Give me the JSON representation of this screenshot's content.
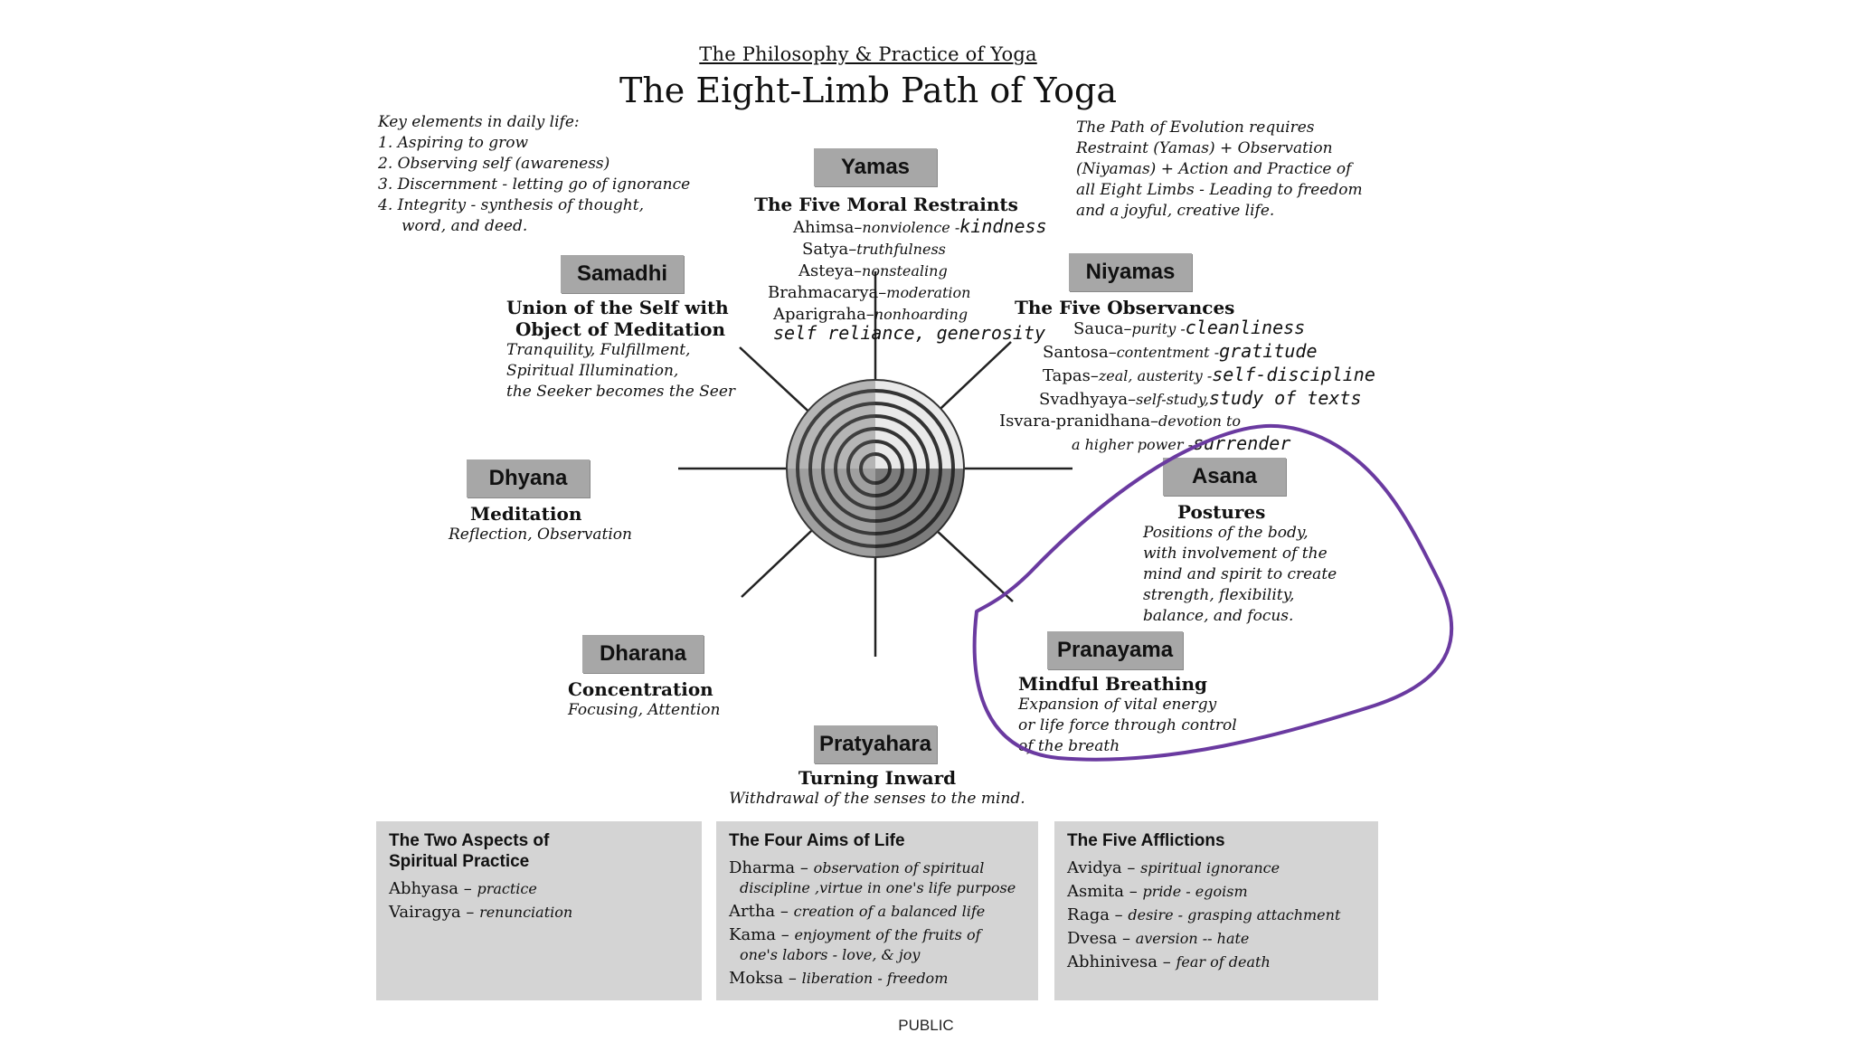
{
  "header": {
    "subtitle": "The Philosophy & Practice of Yoga",
    "title": "The Eight-Limb Path of Yoga"
  },
  "key_elements": {
    "heading": "Key elements in daily life:",
    "items": [
      "1. Aspiring to grow",
      "2. Observing self (awareness)",
      "3. Discernment - letting go of ignorance",
      "4. Integrity - synthesis of thought,",
      "word, and deed."
    ]
  },
  "path_of_evolution": {
    "lines": [
      "The Path of Evolution requires",
      "Restraint (Yamas) + Observation",
      "(Niyamas) + Action and Practice of",
      "all Eight Limbs - Leading to freedom",
      "and a joyful, creative life."
    ]
  },
  "limbs": {
    "yamas": {
      "label": "Yamas",
      "title": "The Five Moral Restraints",
      "items": [
        {
          "term": "Ahimsa–",
          "gloss": "nonviolence -",
          "hand": "kindness"
        },
        {
          "term": "Satya–",
          "gloss": "truthfulness",
          "hand": ""
        },
        {
          "term": "Asteya–",
          "gloss": "nonstealing",
          "hand": ""
        },
        {
          "term": "Brahmacarya–",
          "gloss": "moderation",
          "hand": ""
        },
        {
          "term": "Aparigraha–",
          "gloss": "nonhoarding",
          "hand": ""
        }
      ],
      "note": "self reliance, generosity"
    },
    "niyamas": {
      "label": "Niyamas",
      "title": "The Five Observances",
      "items": [
        {
          "term": "Sauca–",
          "gloss": "purity -",
          "hand": "cleanliness"
        },
        {
          "term": "Santosa–",
          "gloss": "contentment -",
          "hand": "gratitude"
        },
        {
          "term": "Tapas–",
          "gloss": "zeal, austerity -",
          "hand": "self-discipline"
        },
        {
          "term": "Svadhyaya–",
          "gloss": "self-study,",
          "hand": "study of texts"
        },
        {
          "term": "Isvara-pranidhana–",
          "gloss": "devotion to",
          "hand": ""
        }
      ],
      "note_gloss": "a higher power -",
      "note_hand": "surrender"
    },
    "samadhi": {
      "label": "Samadhi",
      "title_lines": [
        "Union of the Self with",
        "Object of Meditation"
      ],
      "desc_lines": [
        "Tranquility, Fulfillment,",
        "Spiritual Illumination,",
        "the Seeker becomes the Seer"
      ]
    },
    "dhyana": {
      "label": "Dhyana",
      "title": "Meditation",
      "desc": "Reflection, Observation"
    },
    "asana": {
      "label": "Asana",
      "title": "Postures",
      "desc_lines": [
        "Positions of the body,",
        "with involvement of the",
        "mind and spirit to create",
        "strength, flexibility,",
        "balance, and focus."
      ]
    },
    "pranayama": {
      "label": "Pranayama",
      "title": "Mindful Breathing",
      "desc_lines": [
        "Expansion of vital energy",
        "or life force through control",
        "of the breath"
      ]
    },
    "dharana": {
      "label": "Dharana",
      "title": "Concentration",
      "desc": "Focusing, Attention"
    },
    "pratyahara": {
      "label": "Pratyahara",
      "title": "Turning Inward",
      "desc": "Withdrawal of the senses to the mind."
    }
  },
  "boxes": {
    "two_aspects": {
      "heading_lines": [
        "The Two Aspects of",
        "Spiritual Practice"
      ],
      "rows": [
        {
          "term": "Abhyasa –",
          "gloss": "practice"
        },
        {
          "term": "Vairagya –",
          "gloss": "renunciation"
        }
      ]
    },
    "four_aims": {
      "heading": "The Four Aims of Life",
      "rows": [
        {
          "term": "Dharma –",
          "gloss": "observation of spiritual"
        },
        {
          "term": "",
          "gloss": "discipline ,virtue in one's life purpose"
        },
        {
          "term": "Artha –",
          "gloss": "creation of a balanced life"
        },
        {
          "term": "Kama –",
          "gloss": "enjoyment of the fruits of"
        },
        {
          "term": "",
          "gloss": "one's labors - love, & joy"
        },
        {
          "term": "Moksa –",
          "gloss": "liberation - freedom"
        }
      ]
    },
    "five_afflictions": {
      "heading": "The Five Afflictions",
      "rows": [
        {
          "term": "Avidya –",
          "gloss": "spiritual ignorance"
        },
        {
          "term": "Asmita –",
          "gloss": "pride - egoism"
        },
        {
          "term": "Raga –",
          "gloss": "desire - grasping attachment"
        },
        {
          "term": "Dvesa –",
          "gloss": "aversion -- hate"
        },
        {
          "term": "Abhinivesa –",
          "gloss": "fear of death"
        }
      ]
    }
  },
  "footer": {
    "label": "PUBLIC"
  },
  "colors": {
    "label_bg": "#a7a7a7",
    "box_bg": "#d4d4d4",
    "annotation": "#6a3aa0"
  }
}
